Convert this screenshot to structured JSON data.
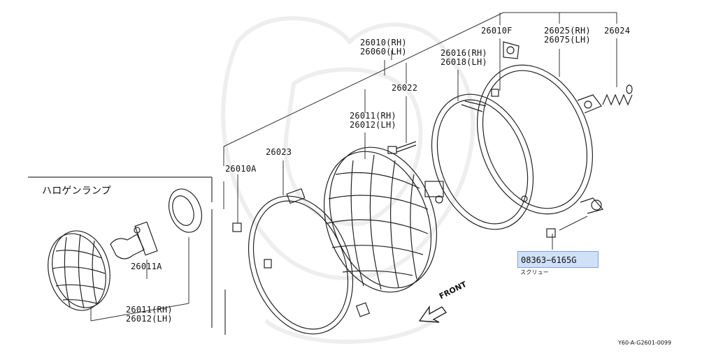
{
  "diagram": {
    "parts": {
      "p26010": "26010(RH)\n26060(LH)",
      "p26010F": "26010F",
      "p26025": "26025(RH)\n26075(LH)",
      "p26024": "26024",
      "p26016": "26016(RH)\n26018(LH)",
      "p26022": "26022",
      "p26011": "26011(RH)\n26012(LH)",
      "p26023": "26023",
      "p26010A": "26010A",
      "p26011A": "26011A",
      "p26011_lower": "26011(RH)\n26012(LH)"
    },
    "halogen_label": "ハロゲンランプ",
    "highlighted_part": "08363−6165G",
    "highlighted_sub": "スクリュー",
    "front_label": "FRONT",
    "reference_code": "Y60-A-G2601-0099"
  }
}
